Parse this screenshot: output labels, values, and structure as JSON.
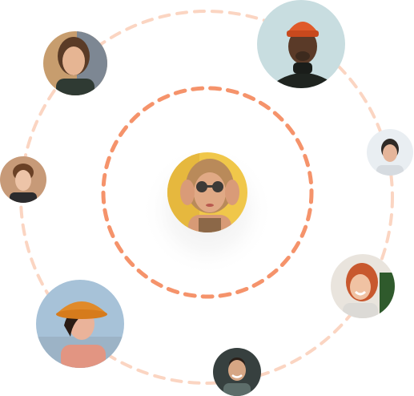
{
  "colors": {
    "background": "#ffffff",
    "inner_orbit": "#f5936b",
    "outer_orbit": "#fbd5c2"
  },
  "icons": {
    "center": "avatar-woman-sunglasses-yellow-bg",
    "orbit": [
      "avatar-woman-dark-hair",
      "avatar-man-orange-beanie",
      "avatar-young-man-glasses",
      "avatar-young-man-brown-hair",
      "avatar-woman-red-hair-smiling",
      "avatar-woman-orange-bucket-hat",
      "avatar-smiling-man"
    ]
  }
}
